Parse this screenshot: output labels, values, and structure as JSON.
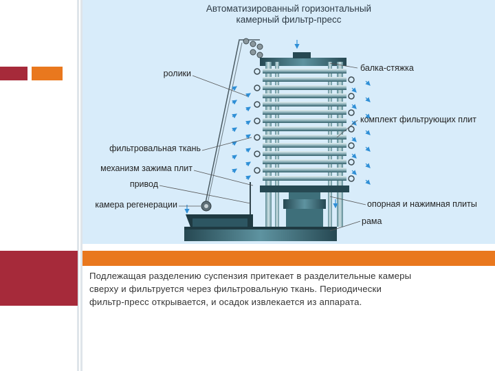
{
  "diagram": {
    "title_line1": "Автоматизированный горизонтальный",
    "title_line2": "камерный фильтр-пресс",
    "labels": {
      "rollers": "ролики",
      "filter_cloth": "фильтровальная ткань",
      "clamp_mechanism": "механизм зажима плит",
      "drive": "привод",
      "regeneration_chamber": "камера регенерации",
      "tie_beam": "балка-стяжка",
      "filter_plates_set": "комплект фильтрующих плит",
      "support_press_plates": "опорная и нажимная плиты",
      "frame": "рама"
    }
  },
  "caption": {
    "line1": "Подлежащая разделению суспензия притекает в разделительные камеры",
    "line2": "сверху и фильтруется через фильтровальную ткань. Периодически",
    "line3": "фильтр-пресс открывается, и осадок извлекается из аппарата."
  },
  "colors": {
    "diagram_bg": "#d8ecfa",
    "steel": "#3e6f7a",
    "steel_dark": "#264852",
    "accent_red": "#a62a3a",
    "accent_orange": "#e9781e",
    "arrow": "#2f8fd6"
  }
}
